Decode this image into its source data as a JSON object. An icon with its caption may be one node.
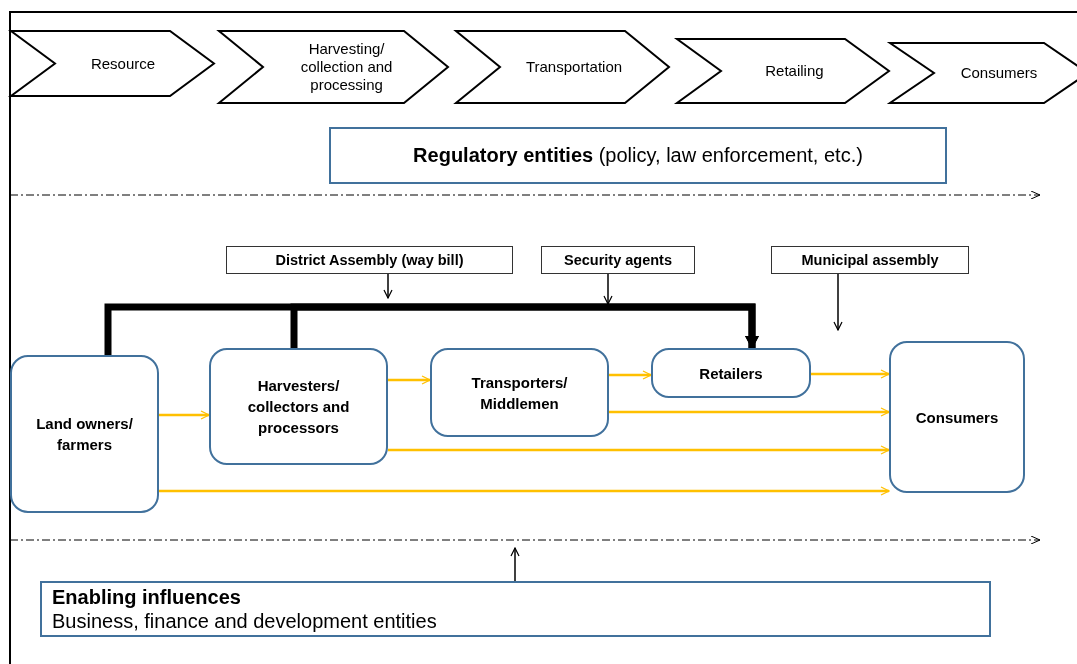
{
  "diagram": {
    "nodes": [
      {
        "text": [
          "Resource"
        ]
      },
      {
        "text": [
          "Harvesting/ collection and processing"
        ]
      },
      {
        "text": [
          "Transportation"
        ]
      },
      {
        "text": [
          "Retailing"
        ]
      },
      {
        "text": [
          "Consumers"
        ]
      },
      {
        "text": [
          "**Regulatory entities** (policy, law enforcement, etc.)"
        ]
      },
      {
        "text": [
          "District Assembly (way bill)"
        ]
      },
      {
        "text": [
          "Security agents"
        ]
      },
      {
        "text": [
          "Municipal assembly"
        ]
      },
      {
        "text": [
          "Land owners/ farmers"
        ]
      },
      {
        "text": [
          "Harvesters/ collectors and processors"
        ]
      },
      {
        "text": [
          "Transporters/ Middlemen"
        ]
      },
      {
        "text": [
          "Retailers"
        ]
      },
      {
        "text": [
          "Consumers"
        ]
      },
      {
        "text": [
          "Enabling influences",
          "Business, finance and development entities"
        ]
      }
    ],
    "edges": [
      {
        "from": 9,
        "to": 10,
        "arrow": "to",
        "color": "#ffc000"
      },
      {
        "from": 10,
        "to": 11,
        "arrow": "to",
        "color": "#ffc000"
      },
      {
        "from": 11,
        "to": 12,
        "arrow": "to",
        "color": "#ffc000"
      },
      {
        "from": 12,
        "to": 13,
        "arrow": "to",
        "color": "#ffc000"
      },
      {
        "from": 11,
        "to": 13,
        "arrow": "to",
        "color": "#ffc000"
      },
      {
        "from": 10,
        "to": 13,
        "arrow": "to",
        "color": "#ffc000"
      },
      {
        "from": 9,
        "to": 13,
        "arrow": "to",
        "color": "#ffc000"
      },
      {
        "from": 9,
        "to": 12,
        "arrow": "to",
        "style": "thick",
        "color": "#000000"
      },
      {
        "from": 10,
        "to": 12,
        "arrow": "to",
        "style": "thick",
        "color": "#000000"
      },
      {
        "from": 6,
        "to": null,
        "arrow": "to",
        "color": "#000000"
      },
      {
        "from": 7,
        "to": null,
        "arrow": "to",
        "color": "#000000"
      },
      {
        "from": 8,
        "to": null,
        "arrow": "to",
        "color": "#000000"
      },
      {
        "from": 14,
        "to": null,
        "arrow": "to",
        "color": "#000000"
      }
    ]
  }
}
